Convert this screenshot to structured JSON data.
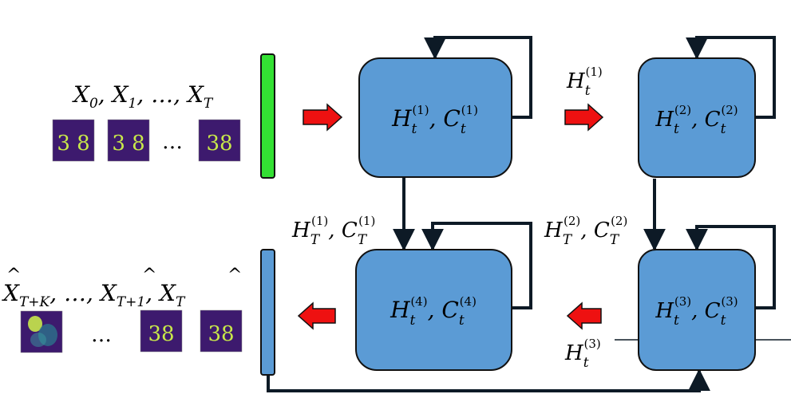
{
  "colors": {
    "cell_fill": "#5b9bd5",
    "cell_stroke": "#111111",
    "input_bar": "#33e033",
    "output_bar": "#5b9bd5",
    "arrow_fill": "#ee1111",
    "connector": "#0d1a26",
    "mnist_bg": "#3d1a6e",
    "mnist_digit": "#c8e84a"
  },
  "inputs": {
    "label": {
      "x0": "X",
      "s0": "0",
      "x1": "X",
      "s1": "1",
      "dots": "…",
      "xT": "X",
      "sT": "T"
    },
    "thumb_1": "3 8",
    "thumb_2": "3 8",
    "thumb_3": "38",
    "ellipsis": "…"
  },
  "outputs": {
    "label": {
      "a": "X",
      "sa": "T+K",
      "dots": "…",
      "b": "X",
      "sb": "T+1",
      "c": "X",
      "sc": "T"
    },
    "ellipsis": "…"
  },
  "cells": {
    "c1": {
      "h": "H",
      "hs": "t",
      "hp": "(1)",
      "c": "C",
      "cs": "t",
      "cp": "(1)"
    },
    "c2": {
      "h": "H",
      "hs": "t",
      "hp": "(2)",
      "c": "C",
      "cs": "t",
      "cp": "(2)"
    },
    "c3": {
      "h": "H",
      "hs": "t",
      "hp": "(3)",
      "c": "C",
      "cs": "t",
      "cp": "(3)"
    },
    "c4": {
      "h": "H",
      "hs": "t",
      "hp": "(4)",
      "c": "C",
      "cs": "t",
      "cp": "(4)"
    }
  },
  "edges": {
    "h1": {
      "h": "H",
      "hs": "t",
      "hp": "(1)"
    },
    "s1": {
      "h": "H",
      "hs": "T",
      "hp": "(1)",
      "c": "C",
      "cs": "T",
      "cp": "(1)"
    },
    "s2": {
      "h": "H",
      "hs": "T",
      "hp": "(2)",
      "c": "C",
      "cs": "T",
      "cp": "(2)"
    },
    "h3": {
      "h": "H",
      "hs": "t",
      "hp": "(3)"
    }
  }
}
